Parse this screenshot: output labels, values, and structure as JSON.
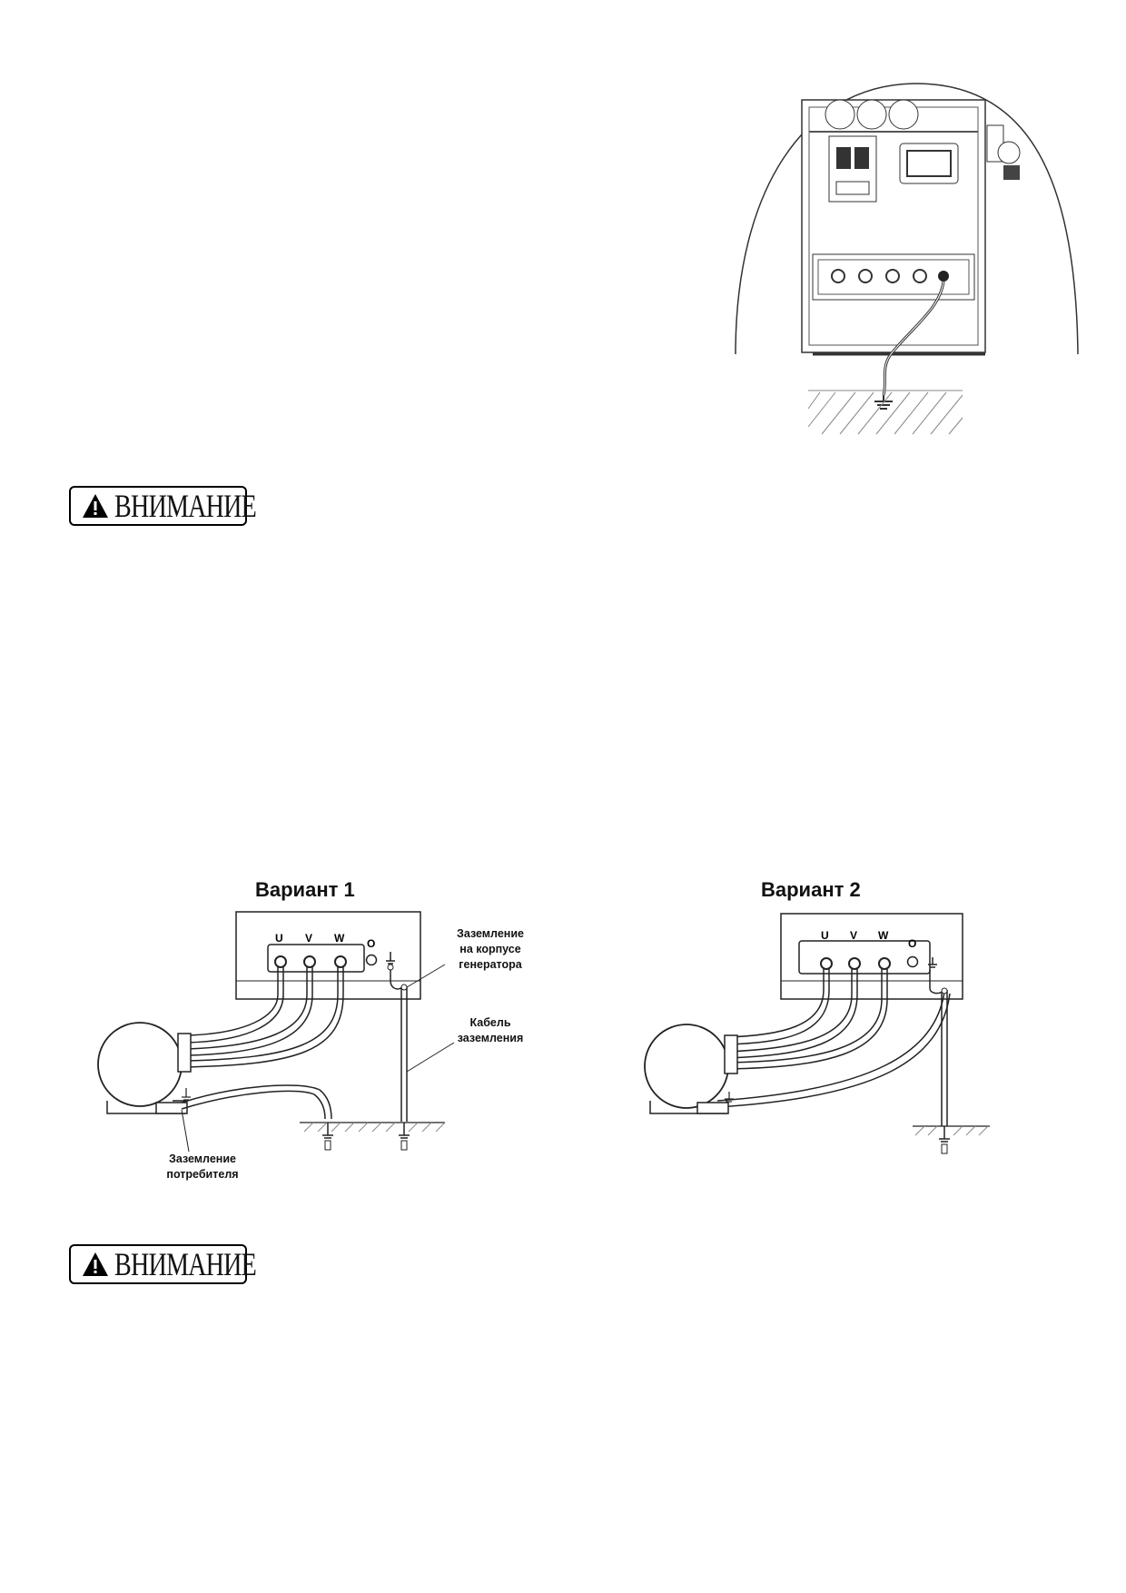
{
  "warning_label": "ВНИМАНИЕ",
  "variant1": {
    "title": "Вариант 1",
    "terminals": [
      "U",
      "V",
      "W",
      "O"
    ],
    "label_generator_ground": [
      "Заземление",
      "на корпусе",
      "генератора"
    ],
    "label_ground_cable": [
      "Кабель",
      "заземления"
    ],
    "label_consumer_ground": [
      "Заземление",
      "потребителя"
    ]
  },
  "variant2": {
    "title": "Вариант 2",
    "terminals": [
      "U",
      "V",
      "W",
      "O"
    ]
  },
  "colors": {
    "line": "#222222",
    "hatch": "#888888"
  }
}
